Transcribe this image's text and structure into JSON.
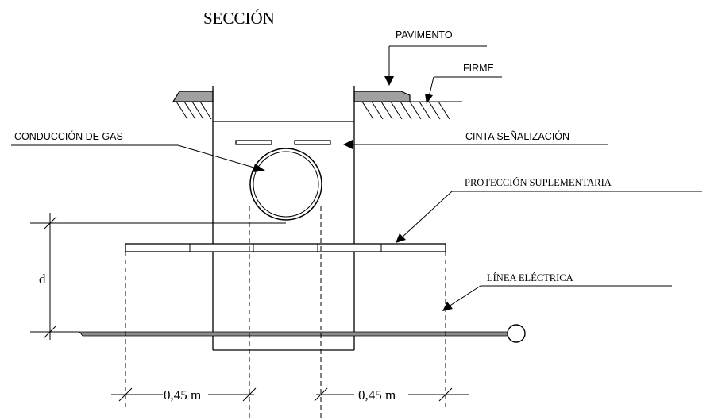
{
  "diagram": {
    "title": "SECCIÓN",
    "labels": {
      "pavimento": "PAVIMENTO",
      "firme": "FIRME",
      "conduccion_gas": "CONDUCCIÓN DE GAS",
      "cinta_senalizacion": "CINTA SEÑALIZACIÓN",
      "proteccion_suplementaria": "PROTECCIÓN SUPLEMENTARIA",
      "linea_electrica": "LÍNEA ELÉCTRICA"
    },
    "dimensions": {
      "depth": "d",
      "left_offset": "0,45 m",
      "right_offset": "0,45 m"
    },
    "colors": {
      "line": "#000000",
      "hatch_fill": "#a0a0a0",
      "cable_fill": "#8c8c8c",
      "background": "#ffffff"
    }
  }
}
